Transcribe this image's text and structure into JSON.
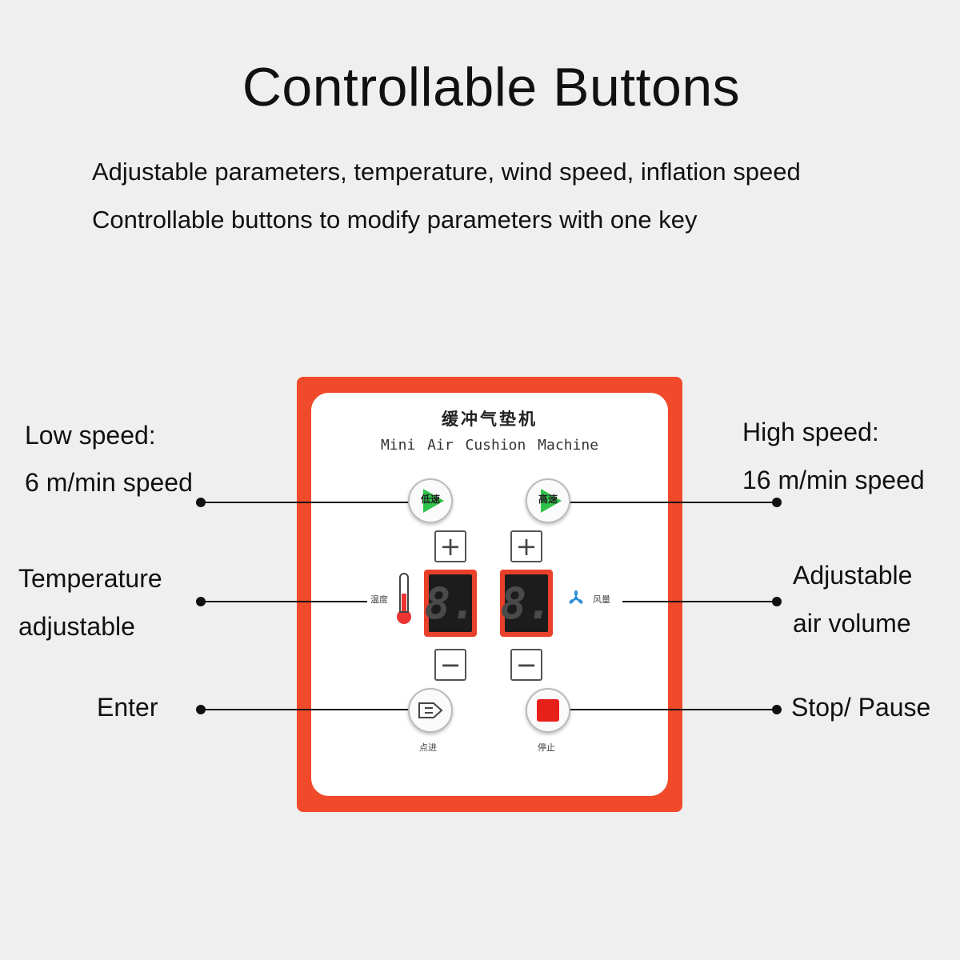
{
  "header": {
    "title": "Controllable Buttons",
    "subtitle_line1": "Adjustable parameters, temperature, wind speed, inflation speed",
    "subtitle_line2": "Controllable buttons to modify parameters with one key"
  },
  "callouts": {
    "low_speed_line1": "Low speed:",
    "low_speed_line2": "6 m/min speed",
    "high_speed_line1": "High speed:",
    "high_speed_line2": "16 m/min speed",
    "temperature_line1": "Temperature",
    "temperature_line2": "adjustable",
    "air_volume_line1": "Adjustable",
    "air_volume_line2": "air volume",
    "enter": "Enter",
    "stop_pause": "Stop/ Pause"
  },
  "panel": {
    "title_cn": "缓冲气垫机",
    "title_en": "Mini Air Cushion Machine",
    "low_speed_btn": "低速",
    "high_speed_btn": "高速",
    "plus": "+",
    "minus": "−",
    "temp_label": "温度",
    "air_label": "风量",
    "display_left": "8.",
    "display_right": "8.",
    "enter_label": "点进",
    "stop_label": "停止",
    "accent_color": "#f04a2a",
    "play_color": "#2fc34a",
    "stop_color": "#e8201a"
  },
  "icons": {
    "play": "play-icon",
    "enter": "enter-arrow-icon",
    "stop": "stop-square-icon",
    "thermometer": "thermometer-icon",
    "fan": "fan-icon"
  }
}
